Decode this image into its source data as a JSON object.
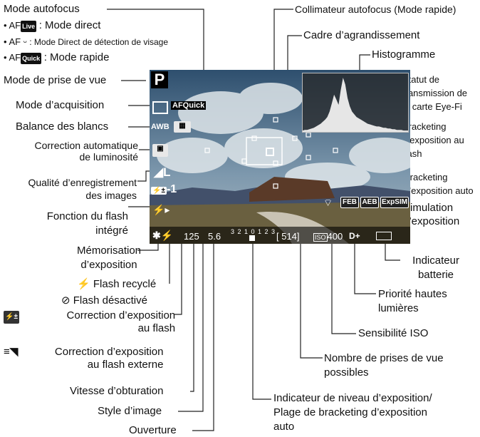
{
  "title": "Mode autofocus",
  "af_modes": [
    {
      "icon": "AF",
      "badge": "Live",
      "label": ": Mode direct"
    },
    {
      "icon": "AF",
      "badge": "ᵕ",
      "label": ": Mode Direct de détection de visage"
    },
    {
      "icon": "AF",
      "badge": "Quick",
      "label": ": Mode rapide"
    }
  ],
  "left_labels": {
    "shooting_mode": "Mode de prise de vue",
    "drive_mode": "Mode d’acquisition",
    "white_balance": "Balance des blancs",
    "alo": "Correction automatique\nde luminosité",
    "quality": "Qualité d’enregistrement\ndes images",
    "flash": "Fonction du flash\nintégré",
    "ae_lock": "Mémorisation\nd’exposition",
    "flash_ready": "Flash recyclé",
    "flash_ready_icon": "⚡",
    "flash_disabled": "Flash désactivé",
    "flash_disabled_icon": "⊘",
    "flash_comp": "Correction d’exposition\nau flash",
    "ext_flash_comp": "Correction d’exposition\nau flash externe",
    "shutter": "Vitesse d’obturation",
    "picture_style": "Style d’image",
    "aperture": "Ouverture"
  },
  "right_labels": {
    "af_point": "Collimateur autofocus (Mode rapide)",
    "magnify": "Cadre d’agrandissement",
    "histogram": "Histogramme",
    "eyefi": "Statut de\ntransmission de\nla carte Eye-Fi",
    "feb": "Bracketing\nd’exposition au\nflash",
    "aeb": "Bracketing\nd’exposition auto",
    "sim": "Simulation\nd’exposition",
    "battery": "Indicateur\nbatterie",
    "highlight": "Priorité hautes\nlumières",
    "iso": "Sensibilité ISO",
    "shots": "Nombre de prises de vue\npossibles",
    "exp_level": "Indicateur de niveau d’exposition/\nPlage de bracketing d’exposition\nauto"
  },
  "screen": {
    "mode": "P",
    "af_quick": "AFQuick",
    "awb": "AWB",
    "flash_comp_value": "-1",
    "shutter": "125",
    "aperture": "5.6",
    "scale": "3 2 1 0 1 2 3",
    "shots": "[ 514]",
    "iso": "400",
    "iso_label": "ISO",
    "highlight": "D+",
    "feb": "FEB",
    "aeb": "AEB",
    "sim": "ExpSIM",
    "ae_lock": "✱",
    "flash_icon": "⚡"
  },
  "histogram_levels": [
    2,
    3,
    3,
    4,
    5,
    6,
    8,
    10,
    12,
    15,
    18,
    22,
    30,
    42,
    55,
    48,
    40,
    62,
    80,
    70,
    50,
    38,
    30,
    26,
    22,
    20,
    18,
    16,
    14,
    12,
    11,
    10,
    9,
    8,
    8,
    7,
    6,
    6,
    5,
    5,
    4,
    4,
    3,
    3,
    3,
    2,
    2,
    2
  ]
}
